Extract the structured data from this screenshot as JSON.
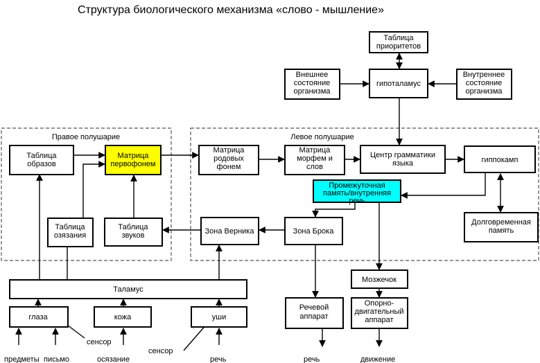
{
  "title": "Структура биологического механизма «слово - мышление»",
  "regions": {
    "right": "Правое полушарие",
    "left": "Левое полушарие"
  },
  "boxes": {
    "priority_table": [
      "Таблица",
      "приоритетов"
    ],
    "external_state": [
      "Внешнее",
      "состояние",
      "организма"
    ],
    "hypothalamus": [
      "гипоталамус"
    ],
    "internal_state": [
      "Внутреннее",
      "состояние",
      "организма"
    ],
    "image_table": [
      "Таблица",
      "образов"
    ],
    "proto_phoneme_matrix": [
      "Матрица",
      "первофонем"
    ],
    "generic_phoneme_matrix": [
      "Матрица",
      "родовых",
      "фонем"
    ],
    "morpheme_matrix": [
      "Матрица",
      "морфем и",
      "слов"
    ],
    "grammar_center": [
      "Центр грамматики",
      "языка"
    ],
    "hippocampus": [
      "гиппокамп"
    ],
    "intermediate_memory": [
      "Промежуточная",
      "память/внутренняя",
      "речь"
    ],
    "long_term_memory": [
      "Долговременная",
      "память"
    ],
    "touch_table": [
      "Таблица",
      "озязания"
    ],
    "sound_table": [
      "Таблица",
      "звуков"
    ],
    "wernicke": [
      "Зона Верника"
    ],
    "broca": [
      "Зона Брока"
    ],
    "cerebellum": [
      "Мозжечок"
    ],
    "thalamus": [
      "Таламус"
    ],
    "eyes": [
      "глаза"
    ],
    "skin": [
      "кожа"
    ],
    "ears": [
      "уши"
    ],
    "speech_apparatus": [
      "Речевой",
      "аппарат"
    ],
    "motor_apparatus": [
      "Опорно-",
      "двигательный",
      "аппарат"
    ]
  },
  "labels": {
    "sensor_1": "сенсор",
    "sensor_2": "сенсор",
    "objects": "предметы",
    "writing": "письмо",
    "touch": "осязание",
    "speech_in": "речь",
    "speech_out": "речь",
    "movement": "движение"
  },
  "colors": {
    "proto_phoneme_fill": "#ffff00",
    "intermediate_memory_fill": "#00ffff"
  }
}
